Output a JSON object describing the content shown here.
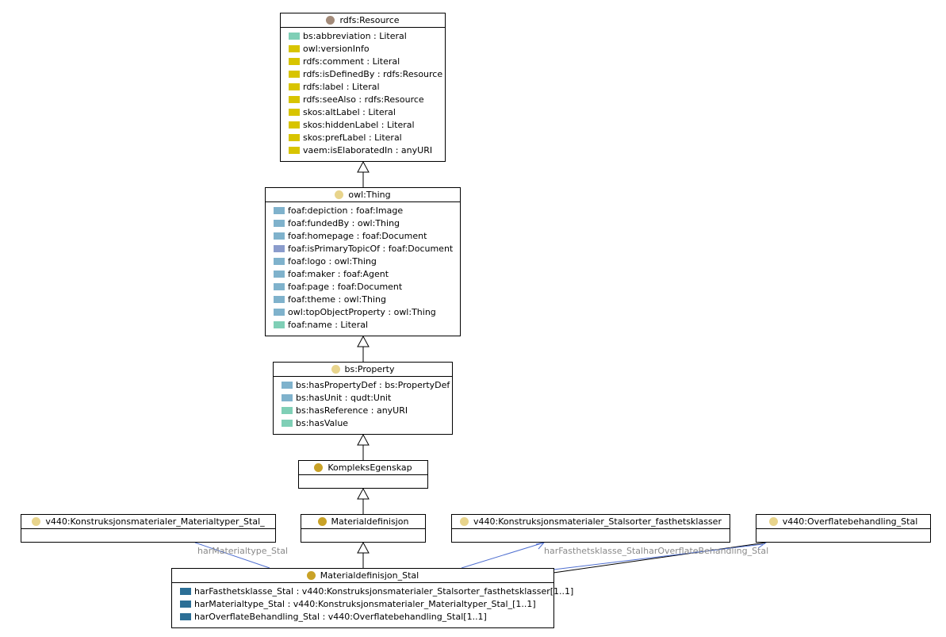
{
  "classes": {
    "resource": {
      "title": "rdfs:Resource",
      "dot_color": "#a38b7a",
      "rows": [
        {
          "text": "bs:abbreviation : Literal",
          "color": "#7fcfb6"
        },
        {
          "text": "owl:versionInfo",
          "color": "#d8c400"
        },
        {
          "text": "rdfs:comment : Literal",
          "color": "#d8c400"
        },
        {
          "text": "rdfs:isDefinedBy : rdfs:Resource",
          "color": "#d8c400"
        },
        {
          "text": "rdfs:label : Literal",
          "color": "#d8c400"
        },
        {
          "text": "rdfs:seeAlso : rdfs:Resource",
          "color": "#d8c400"
        },
        {
          "text": "skos:altLabel : Literal",
          "color": "#d8c400"
        },
        {
          "text": "skos:hiddenLabel : Literal",
          "color": "#d8c400"
        },
        {
          "text": "skos:prefLabel : Literal",
          "color": "#d8c400"
        },
        {
          "text": "vaem:isElaboratedIn : anyURI",
          "color": "#d8c400"
        }
      ]
    },
    "thing": {
      "title": "owl:Thing",
      "dot_color": "#e8d48c",
      "rows": [
        {
          "text": "foaf:depiction : foaf:Image",
          "color": "#7fb2cc"
        },
        {
          "text": "foaf:fundedBy : owl:Thing",
          "color": "#7fb2cc"
        },
        {
          "text": "foaf:homepage : foaf:Document",
          "color": "#7fb2cc"
        },
        {
          "text": "foaf:isPrimaryTopicOf : foaf:Document",
          "color": "#8b9ccc"
        },
        {
          "text": "foaf:logo : owl:Thing",
          "color": "#7fb2cc"
        },
        {
          "text": "foaf:maker : foaf:Agent",
          "color": "#7fb2cc"
        },
        {
          "text": "foaf:page : foaf:Document",
          "color": "#7fb2cc"
        },
        {
          "text": "foaf:theme : owl:Thing",
          "color": "#7fb2cc"
        },
        {
          "text": "owl:topObjectProperty : owl:Thing",
          "color": "#7fb2cc"
        },
        {
          "text": "foaf:name : Literal",
          "color": "#7fcfb6"
        }
      ]
    },
    "property": {
      "title": "bs:Property",
      "dot_color": "#e8d48c",
      "rows": [
        {
          "text": "bs:hasPropertyDef : bs:PropertyDef",
          "color": "#7fb2cc"
        },
        {
          "text": "bs:hasUnit : qudt:Unit",
          "color": "#7fb2cc"
        },
        {
          "text": "bs:hasReference : anyURI",
          "color": "#7fcfb6"
        },
        {
          "text": "bs:hasValue",
          "color": "#7fcfb6"
        }
      ]
    },
    "kompleks": {
      "title": "KompleksEgenskap",
      "dot_color": "#c9a227"
    },
    "materialtyper": {
      "title": "v440:Konstruksjonsmaterialer_Materialtyper_Stal_",
      "dot_color": "#e8d48c"
    },
    "materialdefinisjon": {
      "title": "Materialdefinisjon",
      "dot_color": "#c9a227"
    },
    "stalsorter": {
      "title": "v440:Konstruksjonsmaterialer_Stalsorter_fasthetsklasser",
      "dot_color": "#e8d48c"
    },
    "overflate": {
      "title": "v440:Overflatebehandling_Stal",
      "dot_color": "#e8d48c"
    },
    "stal": {
      "title": "Materialdefinisjon_Stal",
      "dot_color": "#c9a227",
      "rows": [
        {
          "text": "harFasthetsklasse_Stal : v440:Konstruksjonsmaterialer_Stalsorter_fasthetsklasser[1..1]",
          "color": "#2c6f96"
        },
        {
          "text": "harMaterialtype_Stal : v440:Konstruksjonsmaterialer_Materialtyper_Stal_[1..1]",
          "color": "#2c6f96"
        },
        {
          "text": "harOverflateBehandling_Stal : v440:Overflatebehandling_Stal[1..1]",
          "color": "#2c6f96"
        }
      ]
    }
  },
  "edge_labels": {
    "materialtype": "harMaterialtype_Stal",
    "fasthet_overflate": "harFasthetsklasse_StalharOverflateBehandling_Stal"
  },
  "colors": {
    "generalization": "#000000",
    "association": "#4f6fd0"
  }
}
